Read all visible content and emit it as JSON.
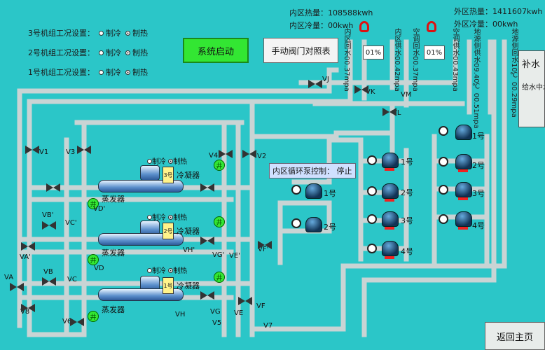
{
  "modes": [
    {
      "label": "3号机组工况设置：",
      "opt1": "制冷",
      "opt2": "制热",
      "selected": "制热"
    },
    {
      "label": "2号机组工况设置：",
      "opt1": "制冷",
      "opt2": "制热",
      "selected": "制热"
    },
    {
      "label": "1号机组工况设置：",
      "opt1": "制冷",
      "opt2": "制热",
      "selected": "制热"
    }
  ],
  "buttons": {
    "start": "系统启动",
    "manual": "手动阀门对照表",
    "back": "返回主页"
  },
  "stats": {
    "inner_heat": "内区热量：",
    "inner_heat_val": "108588kwh",
    "inner_cool": "内区冷量：",
    "inner_cool_val": "00kwh",
    "outer_heat": "外区热量：",
    "outer_heat_val": "1411607kwh",
    "outer_cool": "外区冷量：",
    "outer_cool_val": "00kwh"
  },
  "vert_labels": {
    "v1": "内区回水00.37mpa",
    "v2": "内区供水00.42mpa",
    "v3": "空调回水00.37mpa",
    "v4": "空调供水00.43mpa",
    "v5": "地源侧供水09.40℃ 00.51mpa",
    "v6": "地源侧回水10℃ 00.29mpa"
  },
  "pct": {
    "a": "01%",
    "b": "01%"
  },
  "side": {
    "top": "补水",
    "sub": "给水中水"
  },
  "units": [
    {
      "num": "3号",
      "cond": "冷凝器",
      "evap": "蒸发器",
      "cool": "制冷",
      "heat": "制热"
    },
    {
      "num": "2号",
      "cond": "冷凝器",
      "evap": "蒸发器",
      "cool": "制冷",
      "heat": "制热"
    },
    {
      "num": "1号",
      "cond": "冷凝器",
      "evap": "蒸发器",
      "cool": "制冷",
      "heat": "制热"
    }
  ],
  "pump_status": "内区循环泵控制：  停止",
  "inner_pumps": [
    "1号",
    "2号"
  ],
  "mid_pumps": [
    "1号",
    "2号",
    "3号",
    "4号"
  ],
  "right_pumps": [
    "1号",
    "2号",
    "3号",
    "4号"
  ],
  "valves": {
    "vj": "VJ",
    "vk": "VK",
    "vm": "VM",
    "vl": "VL",
    "v1": "V1",
    "v2": "V2",
    "v3": "V3",
    "v4": "V4",
    "v5": "V5",
    "v6": "V6",
    "v7": "V7",
    "vb_p": "VB'",
    "vc_p": "VC'",
    "vd_p": "VD'",
    "va_p": "VA'",
    "vh_p": "VH'",
    "vg_p": "VG'",
    "ve_p": "VE'",
    "vf_p": "VF'",
    "va": "VA",
    "vb": "VB",
    "vc": "VC",
    "vd": "VD",
    "ve": "VE",
    "vf": "VF",
    "vg": "VG",
    "vh": "VH",
    "v8": "V8"
  },
  "colors": {
    "bg": "#2bc6c8",
    "pipe": "#dfe6e6",
    "green": "#33e633"
  }
}
